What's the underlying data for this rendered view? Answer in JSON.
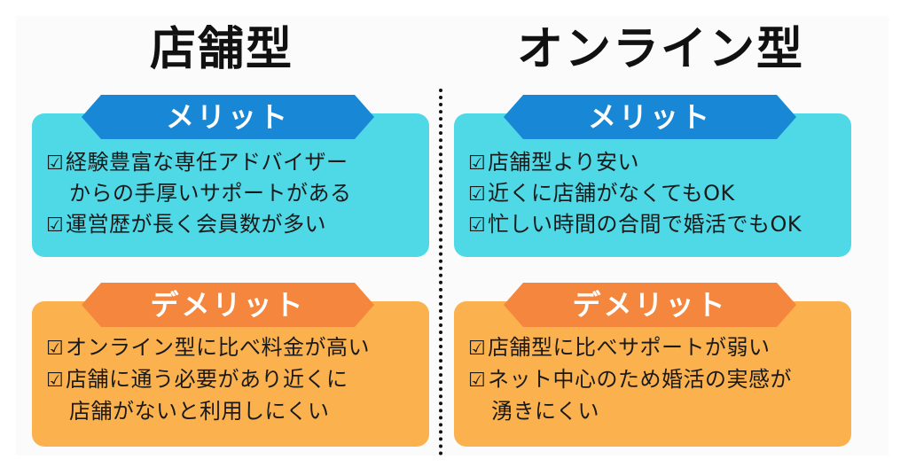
{
  "left": {
    "title": "店舗型",
    "merit_label": "メリット",
    "merit_lines": [
      {
        "text": "経験豊富な専任アドバイザー",
        "check": true
      },
      {
        "text": "からの手厚いサポートがある",
        "check": false
      },
      {
        "text": "運営歴が長く会員数が多い",
        "check": true
      }
    ],
    "demerit_label": "デメリット",
    "demerit_lines": [
      {
        "text": "オンライン型に比べ料金が高い",
        "check": true
      },
      {
        "text": "店舗に通う必要があり近くに",
        "check": true
      },
      {
        "text": "店舗がないと利用しにくい",
        "check": false
      }
    ]
  },
  "right": {
    "title": "オンライン型",
    "merit_label": "メリット",
    "merit_lines": [
      {
        "text": "店舗型より安い",
        "check": true
      },
      {
        "text": "近くに店舗がなくてもOK",
        "check": true
      },
      {
        "text": "忙しい時間の合間で婚活でもOK",
        "check": true
      }
    ],
    "demerit_label": "デメリット",
    "demerit_lines": [
      {
        "text": "店舗型に比べサポートが弱い",
        "check": true
      },
      {
        "text": "ネット中心のため婚活の実感が",
        "check": true
      },
      {
        "text": "湧きにくい",
        "check": false
      }
    ]
  },
  "checkbox_glyph": "☑",
  "colors": {
    "merit_card": "#4fd9e6",
    "merit_badge": "#1787d6",
    "demerit_card": "#fbb24e",
    "demerit_badge": "#f5863d"
  }
}
